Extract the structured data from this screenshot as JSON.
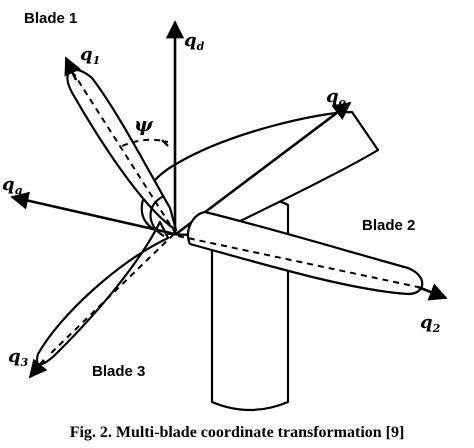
{
  "figure": {
    "caption": "Fig. 2. Multi-blade coordinate transformation [9]"
  },
  "labels": {
    "blade1": "Blade 1",
    "blade2": "Blade 2",
    "blade3": "Blade 3",
    "q1_base": "q",
    "q1_sub": "1",
    "q2_base": "q",
    "q2_sub": "2",
    "q3_base": "q",
    "q3_sub": "3",
    "qd_base": "q",
    "qd_sub": "d",
    "q0_base": "q",
    "q0_sub": "o",
    "qq_base": "q",
    "qq_sub": "q",
    "angle": "ψ"
  },
  "colors": {
    "line": "#000000",
    "background": "#ffffff"
  }
}
